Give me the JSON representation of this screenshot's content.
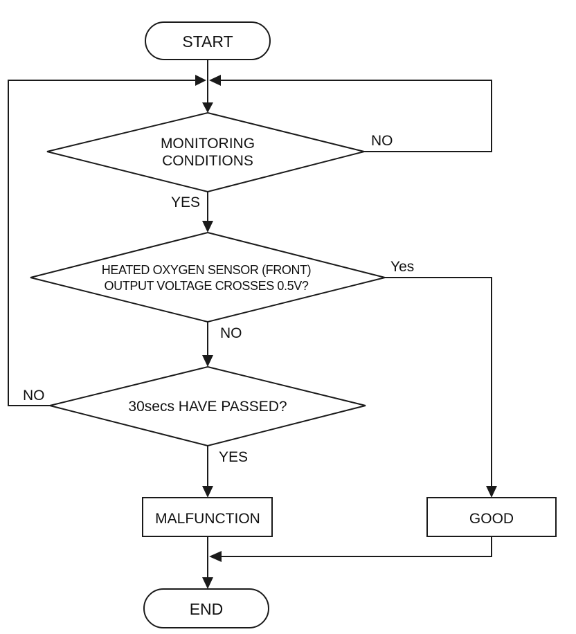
{
  "nodes": {
    "start": "START",
    "monitoring_line1": "MONITORING",
    "monitoring_line2": "CONDITIONS",
    "sensor_line1": "HEATED OXYGEN SENSOR (FRONT)",
    "sensor_line2": "OUTPUT VOLTAGE CROSSES 0.5V?",
    "timer": "30secs HAVE PASSED?",
    "malfunction": "MALFUNCTION",
    "good": "GOOD",
    "end": "END"
  },
  "edges": {
    "monitoring_no": "NO",
    "monitoring_yes": "YES",
    "sensor_yes": "Yes",
    "sensor_no": "NO",
    "timer_no": "NO",
    "timer_yes": "YES"
  }
}
